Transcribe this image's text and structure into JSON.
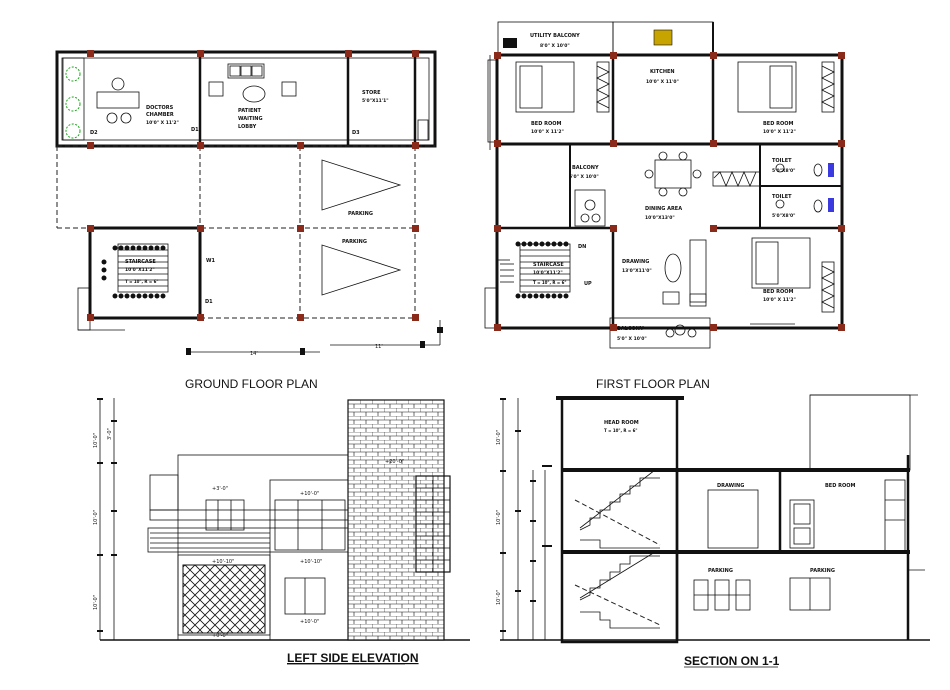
{
  "drawing": {
    "ground_floor": {
      "title": "GROUND FLOOR PLAN",
      "rooms": {
        "doctors": "DOCTORS",
        "chamber": "CHAMBER",
        "chamber_size": "10'0\" X 11'2\"",
        "patient": "PATIENT",
        "waiting": "WAITING",
        "lobby": "LOBBY",
        "store": "STORE",
        "store_size": "5'0\"X11'1\"",
        "parking_1": "PARKING",
        "parking_2": "PARKING",
        "staircase": "STAIRCASE",
        "staircase_size": "10'0\"X11'2\"",
        "staircase_note": "T = 10\", R = 6\""
      },
      "doors": {
        "d2": "D2",
        "d1_a": "D1",
        "d3": "D3",
        "w1": "W1",
        "d1_b": "D1"
      },
      "dims": {
        "left": "14'",
        "right": "11'"
      }
    },
    "first_floor": {
      "title": "FIRST FLOOR PLAN",
      "rooms": {
        "utility": "UTILITY BALCONY",
        "utility_size": "8'0\" X 10'0\"",
        "kitchen": "KITCHEN",
        "kitchen_size": "10'0\" X 11'0\"",
        "bed_1": "BED ROOM",
        "bed_1_size": "10'0\" X 11'2\"",
        "bed_2": "BED ROOM",
        "bed_2_size": "10'0\" X 11'2\"",
        "balcony_1": "BALCONY",
        "balcony_1_size": "5'0\" X 10'0\"",
        "dining": "DINING AREA",
        "dining_size": "10'0\"X13'0\"",
        "toilet_1": "TOILET",
        "toilet_1_size": "5'0\"X8'0\"",
        "toilet_2": "TOILET",
        "toilet_2_size": "5'0\"X8'0\"",
        "staircase": "STAIRCASE",
        "staircase_size": "10'0\"X11'2\"",
        "staircase_note": "T = 10\", R = 6\"",
        "drawing": "DRAWING",
        "drawing_size": "13'0\"X11'0\"",
        "bed_3": "BED ROOM",
        "bed_3_size": "10'0\" X 11'2\"",
        "balcony_2": "BALCONY",
        "balcony_2_size": "5'0\" X 10'0\""
      },
      "tags": {
        "dn": "DN",
        "up": "UP"
      }
    },
    "elevation": {
      "title": "LEFT SIDE  ELEVATION",
      "dims": [
        "10'-0\"",
        "10'-0\"",
        "10'-0\"",
        "3'-0\""
      ],
      "notes": [
        "+3'-0\"",
        "+10'-0\"",
        "+10'-10\"",
        "+10'-10\"",
        "+10'-0\"",
        "+0'-0\"",
        "+20'-0\""
      ]
    },
    "section": {
      "title": "SECTION ON 1-1",
      "rooms": {
        "head_room": "HEAD ROOM",
        "head_note": "T = 10\", R = 6\"",
        "drawing": "DRAWING",
        "bed_room": "BED ROOM",
        "parking_1": "PARKING",
        "parking_2": "PARKING"
      },
      "dims": [
        "10'-0\"",
        "10'-0\"",
        "10'-0\""
      ]
    }
  }
}
